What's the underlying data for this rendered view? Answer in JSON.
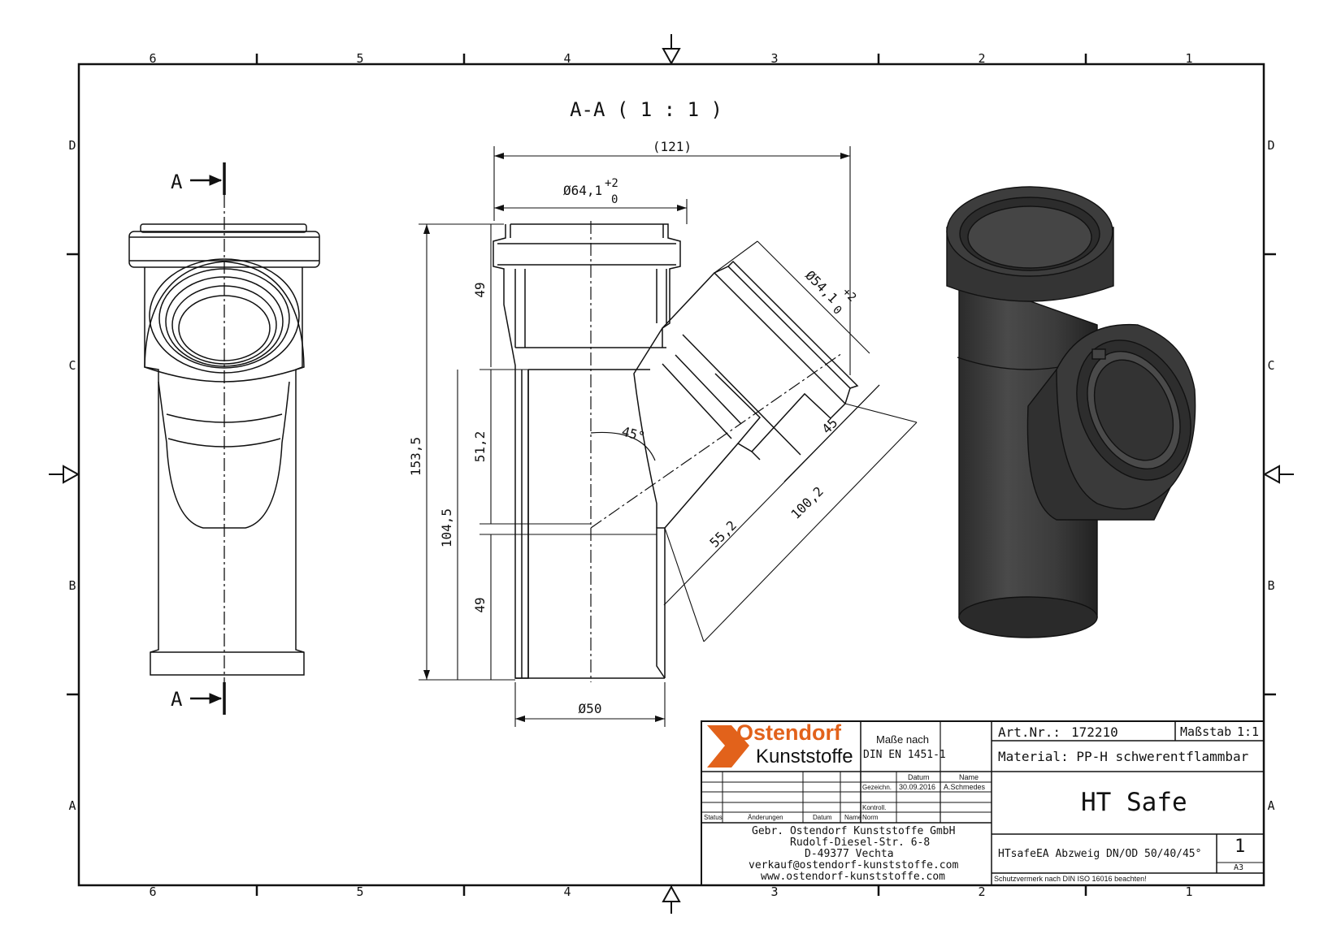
{
  "frame": {
    "cols_top": [
      "6",
      "5",
      "4",
      "3",
      "2",
      "1"
    ],
    "cols_bottom": [
      "6",
      "5",
      "4",
      "3",
      "2",
      "1"
    ],
    "rows_left": [
      "D",
      "C",
      "B",
      "A"
    ],
    "rows_right": [
      "D",
      "C",
      "B",
      "A"
    ]
  },
  "section": {
    "title": "A-A ( 1 : 1 )",
    "marker_top": "A",
    "marker_bottom": "A"
  },
  "dimensions": {
    "width_total": "(121)",
    "socket_diameter_main": "Ø64,1",
    "tol_main_plus": "+2",
    "tol_main_zero": "0",
    "socket_diameter_branch": "Ø54,1",
    "tol_branch_plus": "+2",
    "tol_branch_zero": "0",
    "height_total": "153,5",
    "socket_depth_top": "49",
    "mid_length": "51,2",
    "lower_height": "104,5",
    "socket_depth_bottom": "49",
    "angle": "45°",
    "branch_socket": "45",
    "branch_mid": "55,2",
    "branch_total": "100,2",
    "pipe_diameter": "Ø50"
  },
  "titleblock": {
    "logo_top": "Ostendorf",
    "logo_bottom": "Kunststoffe",
    "standard_l1": "Maße nach",
    "standard_l2": "DIN EN 1451-1",
    "col_datum": "Datum",
    "col_name": "Name",
    "row_gezeichn": "Gezeichn.",
    "gezeichn_datum": "30.09.2016",
    "gezeichn_name": "A.Schmedes",
    "row_kontroll": "Kontroll.",
    "row_norm": "Norm",
    "rev_status": "Status",
    "rev_aenderungen": "Änderungen",
    "rev_datum": "Datum",
    "rev_name": "Name",
    "company_l1": "Gebr. Ostendorf Kunststoffe GmbH",
    "company_l2": "Rudolf-Diesel-Str. 6-8",
    "company_l3": "D-49377 Vechta",
    "company_l4": "verkauf@ostendorf-kunststoffe.com",
    "company_l5": "www.ostendorf-kunststoffe.com",
    "art_label": "Art.Nr.:",
    "art_number": "172210",
    "scale_label": "Maßstab",
    "scale_value": "1:1",
    "material": "Material: PP-H schwerentflammbar",
    "product": "HT Safe",
    "description": "HTsafeEA Abzweig DN/OD 50/40/45°",
    "sheet_number": "1",
    "sheet_format": "A3",
    "protection_note": "Schutzvermerk nach DIN ISO 16016 beachten!"
  },
  "colors": {
    "line": "#111111",
    "logo_orange": "#e2621b",
    "render_dark": "#3a3a3a"
  }
}
